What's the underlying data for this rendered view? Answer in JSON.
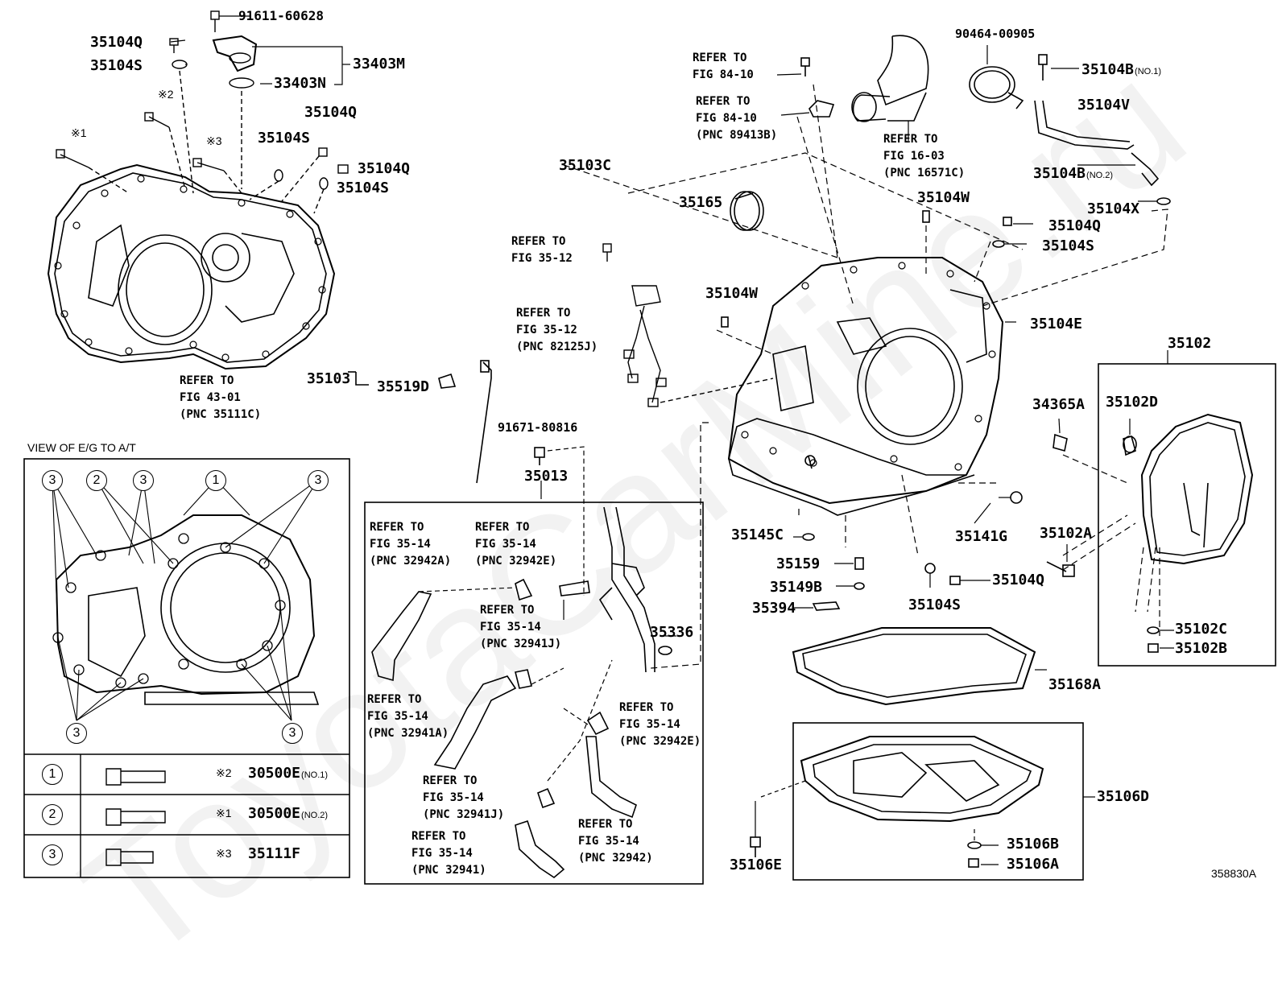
{
  "watermark": "ToyotaCarMine.ru",
  "diagram_code": "358830A",
  "view_title": "VIEW OF E/G TO A/T",
  "parts": {
    "p91611_60628": "91611-60628",
    "p35104Q_a": "35104Q",
    "p35104S_a": "35104S",
    "p33403M": "33403M",
    "p33403N": "33403N",
    "p35104Q_b": "35104Q",
    "p35104S_b": "35104S",
    "p35104Q_c": "35104Q",
    "p35104S_c": "35104S",
    "p35103C": "35103C",
    "p35165": "35165",
    "p90464_00905": "90464-00905",
    "p35104B_1": "35104B",
    "p35104B_1_note": "(NO.1)",
    "p35104V": "35104V",
    "p35104B_2": "35104B",
    "p35104B_2_note": "(NO.2)",
    "p35104X": "35104X",
    "p35104W_a": "35104W",
    "p35104Q_d": "35104Q",
    "p35104S_d": "35104S",
    "p35104W_b": "35104W",
    "p35104E": "35104E",
    "p35102": "35102",
    "p34365A": "34365A",
    "p35102D": "35102D",
    "p35103": "35103",
    "p35519D": "35519D",
    "p91671_80816": "91671-80816",
    "p35013": "35013",
    "p35336": "35336",
    "p35145C": "35145C",
    "p35141G": "35141G",
    "p35102A": "35102A",
    "p35159": "35159",
    "p35149B": "35149B",
    "p35394": "35394",
    "p35104S_e": "35104S",
    "p35104Q_e": "35104Q",
    "p35102C": "35102C",
    "p35102B": "35102B",
    "p35168A": "35168A",
    "p35106D": "35106D",
    "p35106B": "35106B",
    "p35106A": "35106A",
    "p35106E": "35106E",
    "note1": "※1",
    "note2": "※2",
    "note3": "※3"
  },
  "refs": {
    "r84_10_a": [
      "REFER TO",
      "FIG 84-10"
    ],
    "r84_10_b": [
      "REFER TO",
      "FIG 84-10",
      "(PNC 89413B)"
    ],
    "r16_03": [
      "REFER TO",
      "FIG 16-03",
      "(PNC 16571C)"
    ],
    "r35_12_a": [
      "REFER TO",
      "FIG 35-12"
    ],
    "r35_12_b": [
      "REFER TO",
      "FIG 35-12",
      "(PNC 82125J)"
    ],
    "r43_01": [
      "REFER TO",
      "FIG 43-01",
      "(PNC 35111C)"
    ],
    "r32942A": [
      "REFER TO",
      "FIG 35-14",
      "(PNC 32942A)"
    ],
    "r32942E_a": [
      "REFER TO",
      "FIG 35-14",
      "(PNC 32942E)"
    ],
    "r32941J_a": [
      "REFER TO",
      "FIG 35-14",
      "(PNC 32941J)"
    ],
    "r32941A": [
      "REFER TO",
      "FIG 35-14",
      "(PNC 32941A)"
    ],
    "r32942E_b": [
      "REFER TO",
      "FIG 35-14",
      "(PNC 32942E)"
    ],
    "r32941J_b": [
      "REFER TO",
      "FIG 35-14",
      "(PNC 32941J)"
    ],
    "r32941": [
      "REFER TO",
      "FIG 35-14",
      "(PNC 32941)"
    ],
    "r32942": [
      "REFER TO",
      "FIG 35-14",
      "(PNC 32942)"
    ]
  },
  "legend": [
    {
      "num": "1",
      "mark": "※2",
      "part": "30500E",
      "note": "(NO.1)"
    },
    {
      "num": "2",
      "mark": "※1",
      "part": "30500E",
      "note": "(NO.2)"
    },
    {
      "num": "3",
      "mark": "※3",
      "part": "35111F",
      "note": ""
    }
  ],
  "view_callouts": [
    "3",
    "2",
    "3",
    "1",
    "3",
    "3"
  ]
}
